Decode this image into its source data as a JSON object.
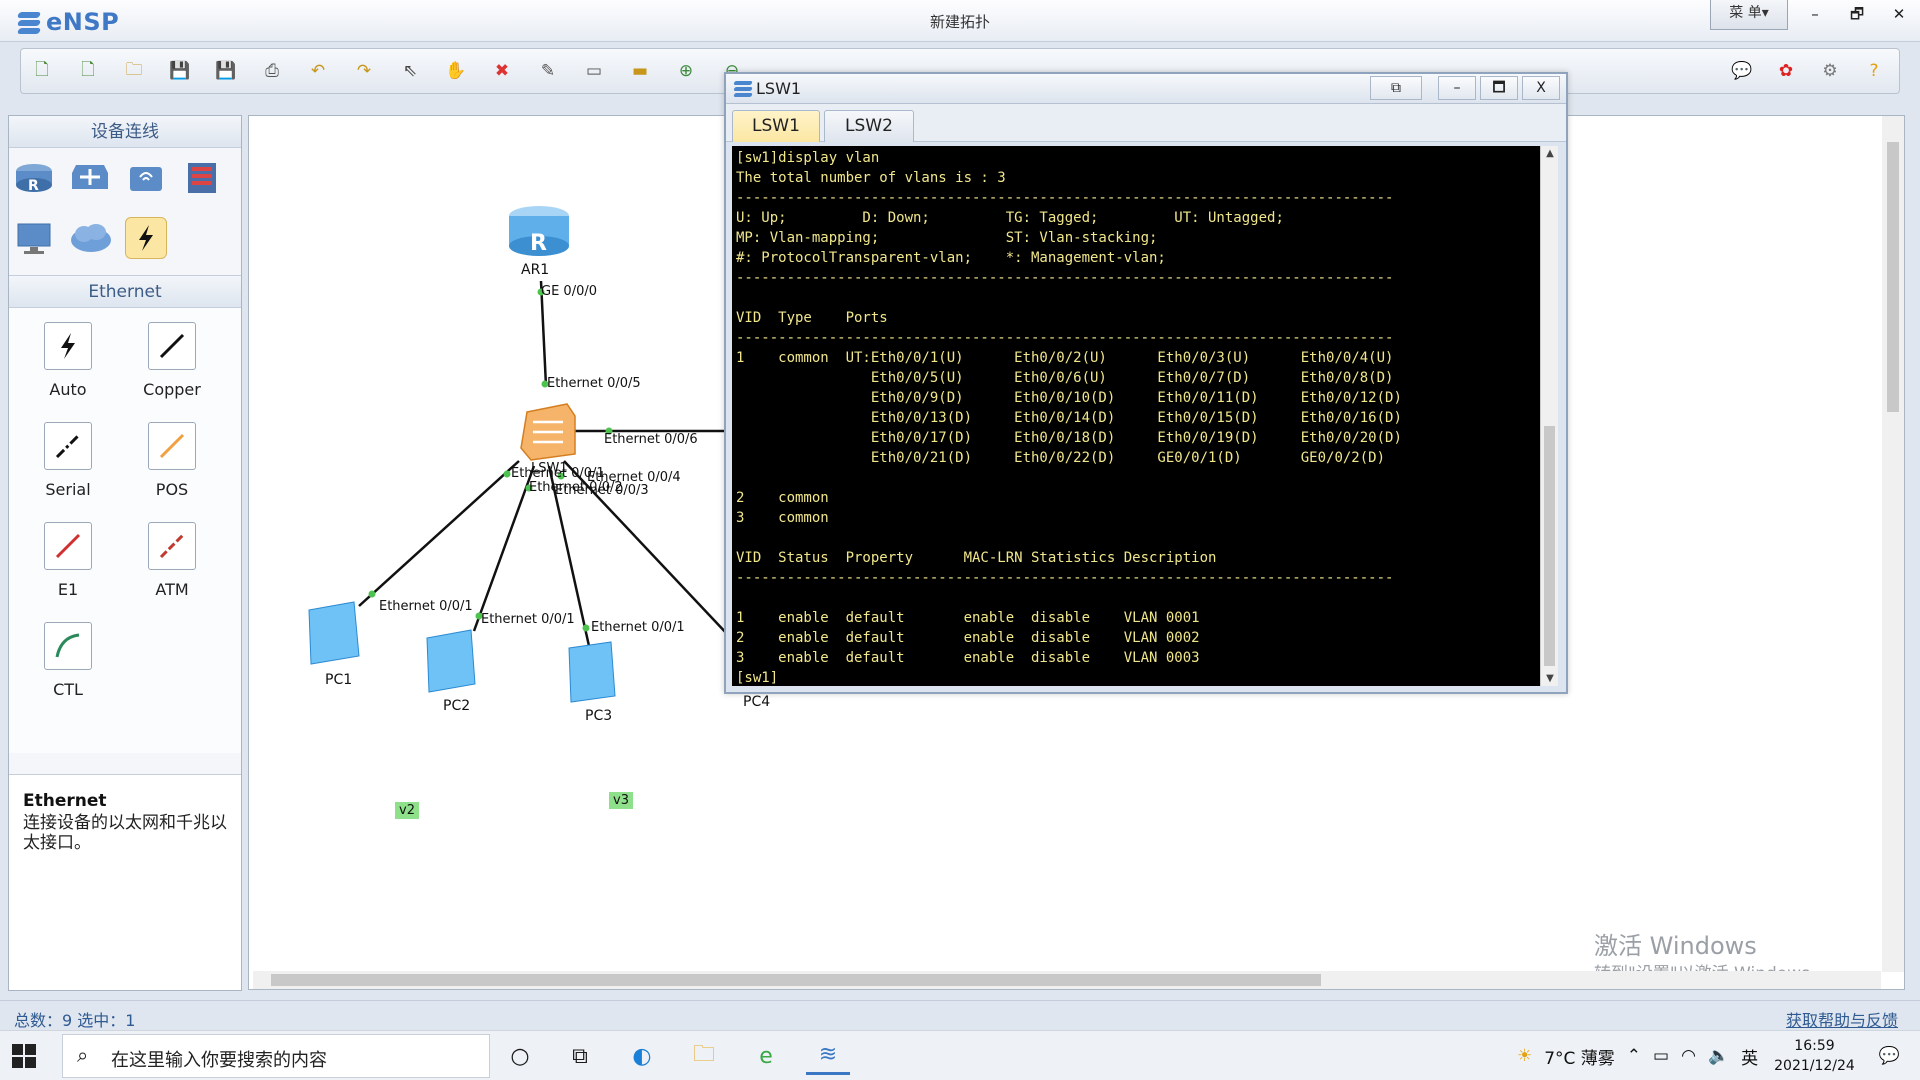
{
  "app": {
    "name": "eNSP",
    "window_title": "新建拓扑",
    "menu_label": "菜 单▾",
    "controls": {
      "minimize": "–",
      "restore": "🗗",
      "close": "✕"
    }
  },
  "left_panel": {
    "devices_header": "设备连线",
    "ethernet_header": "Ethernet",
    "cables": [
      {
        "label": "Auto"
      },
      {
        "label": "Copper"
      },
      {
        "label": "Serial"
      },
      {
        "label": "POS"
      },
      {
        "label": "E1"
      },
      {
        "label": "ATM"
      },
      {
        "label": "CTL"
      }
    ],
    "info_title": "Ethernet",
    "info_text": "连接设备的以太网和千兆以太接口。"
  },
  "topology": {
    "nodes": {
      "ar1": "AR1",
      "lsw": "LSW1",
      "pc1": "PC1",
      "pc2": "PC2",
      "pc3": "PC3",
      "pc4": "PC4"
    },
    "ports": {
      "ar1_ge": "GE 0/0/0",
      "sw_e5": "Ethernet 0/0/5",
      "sw_e6": "Ethernet 0/0/6",
      "sw_e1": "Ethernet 0/0/1",
      "sw_e2": "Ethernet 0/0/2",
      "sw_e3": "Ethernet 0/0/3",
      "sw_e4": "Ethernet 0/0/4",
      "pc1_e": "Ethernet 0/0/1",
      "pc2_e": "Ethernet 0/0/1",
      "pc3_e": "Ethernet 0/0/1"
    },
    "vlan_tags": [
      "v2",
      "v3"
    ],
    "watermark_title": "激活 Windows",
    "watermark_sub": "转到\"设置\"以激活 Windows。"
  },
  "status_bar": {
    "left": "总数：9  选中：1",
    "right": "获取帮助与反馈"
  },
  "terminal": {
    "title": "LSW1",
    "tabs": [
      {
        "label": "LSW1",
        "active": true
      },
      {
        "label": "LSW2",
        "active": false
      }
    ],
    "controls": {
      "minimize": "–",
      "maximize": "🗖",
      "close": "X"
    },
    "text_color": "#f0e68c",
    "lines": [
      "[sw1]display vlan",
      "The total number of vlans is : 3",
      "------------------------------------------------------------------------------",
      "U: Up;         D: Down;         TG: Tagged;         UT: Untagged;",
      "MP: Vlan-mapping;               ST: Vlan-stacking;",
      "#: ProtocolTransparent-vlan;    *: Management-vlan;",
      "------------------------------------------------------------------------------",
      "",
      "VID  Type    Ports",
      "------------------------------------------------------------------------------",
      "1    common  UT:Eth0/0/1(U)      Eth0/0/2(U)      Eth0/0/3(U)      Eth0/0/4(U)",
      "                Eth0/0/5(U)      Eth0/0/6(U)      Eth0/0/7(D)      Eth0/0/8(D)",
      "                Eth0/0/9(D)      Eth0/0/10(D)     Eth0/0/11(D)     Eth0/0/12(D)",
      "                Eth0/0/13(D)     Eth0/0/14(D)     Eth0/0/15(D)     Eth0/0/16(D)",
      "                Eth0/0/17(D)     Eth0/0/18(D)     Eth0/0/19(D)     Eth0/0/20(D)",
      "                Eth0/0/21(D)     Eth0/0/22(D)     GE0/0/1(D)       GE0/0/2(D)",
      "",
      "2    common",
      "3    common",
      "",
      "VID  Status  Property      MAC-LRN Statistics Description",
      "------------------------------------------------------------------------------",
      "",
      "1    enable  default       enable  disable    VLAN 0001",
      "2    enable  default       enable  disable    VLAN 0002",
      "3    enable  default       enable  disable    VLAN 0003",
      "[sw1]"
    ]
  },
  "taskbar": {
    "search_placeholder": "在这里输入你要搜索的内容",
    "weather": "7°C  薄雾",
    "ime": "英",
    "time": "16:59",
    "date": "2021/12/24"
  },
  "colors": {
    "accent": "#3f78c4",
    "terminal_bg": "#000000",
    "vlan_tag": "#8fe08a"
  }
}
